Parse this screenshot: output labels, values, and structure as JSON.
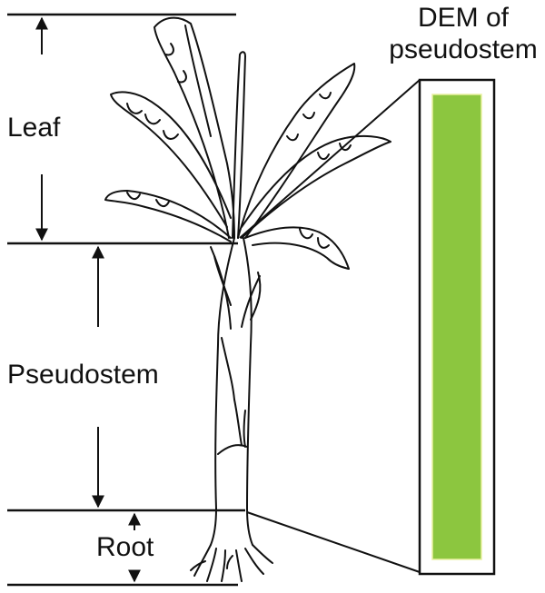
{
  "labels": {
    "leaf": "Leaf",
    "pseudostem": "Pseudostem",
    "root": "Root",
    "dem_title_line1": "DEM of",
    "dem_title_line2": "pseudostem"
  },
  "colors": {
    "line": "#111111",
    "dem_fill": "#8cc63f",
    "dem_frame": "#111111",
    "background": "#ffffff"
  }
}
